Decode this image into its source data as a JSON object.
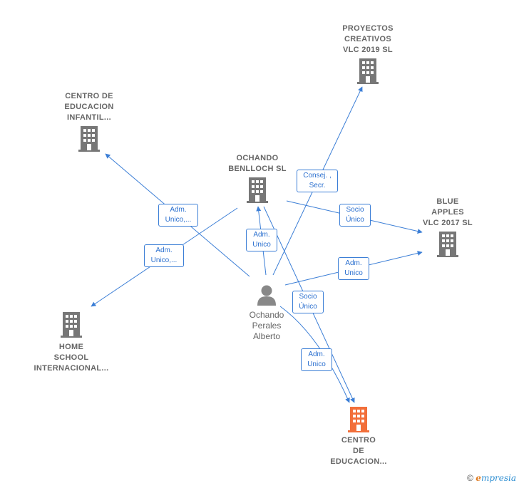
{
  "nodes": {
    "proyectos": {
      "label": "PROYECTOS\nCREATIVOS\nVLC 2019  SL"
    },
    "centro_infantil": {
      "label": "CENTRO DE\nEDUCACION\nINFANTIL..."
    },
    "ochando_benlloch": {
      "label": "OCHANDO\nBENLLOCH  SL"
    },
    "blue_apples": {
      "label": "BLUE\nAPPLES\nVLC 2017  SL"
    },
    "home_school": {
      "label": "HOME\nSCHOOL\nINTERNACIONAL..."
    },
    "person": {
      "label": "Ochando\nPerales\nAlberto"
    },
    "centro_main": {
      "label": "CENTRO\nDE\nEDUCACION..."
    }
  },
  "relations": {
    "adm_unico_infantil": "Adm.\nUnico,...",
    "adm_unico_home": "Adm.\nUnico,...",
    "adm_unico_benlloch": "Adm.\nUnico",
    "consej_secr": "Consej. ,\nSecr.",
    "socio_unico_blue": "Socio\nÚnico",
    "adm_unico_blue": "Adm.\nUnico",
    "socio_unico_centro": "Socio\nÚnico",
    "adm_unico_centro": "Adm.\nUnico"
  },
  "colors": {
    "company": "#777777",
    "focus_company": "#f26f3a",
    "edge": "#3b7ed6",
    "person": "#888888"
  },
  "footer": {
    "copyright": "©",
    "brand_e": "e",
    "brand_rest": "mpresia"
  }
}
